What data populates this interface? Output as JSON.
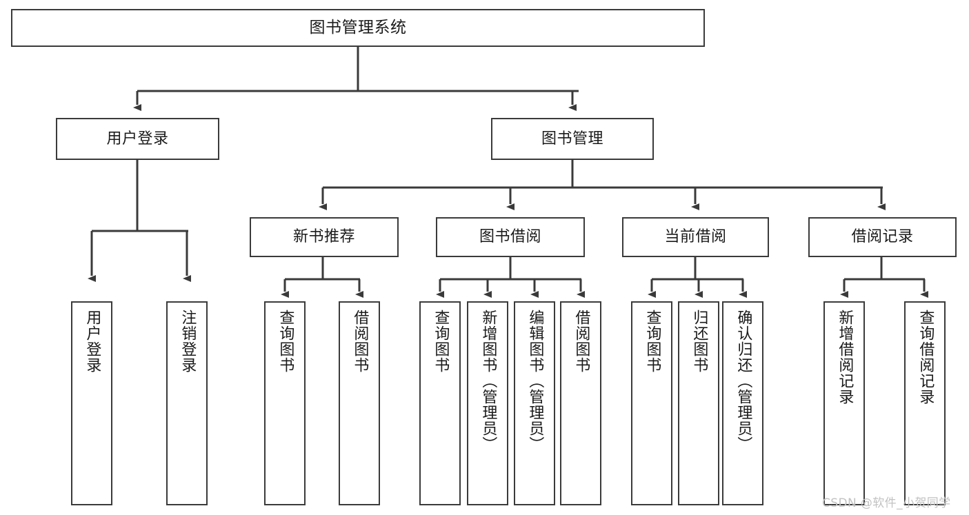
{
  "diagram": {
    "title": "图书管理系统",
    "stroke_color": "#3a3a3a",
    "background_color": "#ffffff",
    "text_color": "#1a1a1a"
  },
  "root": {
    "label": "图书管理系统"
  },
  "level2": [
    {
      "label": "用户登录"
    },
    {
      "label": "图书管理"
    }
  ],
  "level3": [
    {
      "label": "新书推荐"
    },
    {
      "label": "图书借阅"
    },
    {
      "label": "当前借阅"
    },
    {
      "label": "借阅记录"
    }
  ],
  "leaves": {
    "user_login": [
      {
        "label": "用户登录"
      },
      {
        "label": "注销登录"
      }
    ],
    "new_book": [
      {
        "label": "查询图书"
      },
      {
        "label": "借阅图书"
      }
    ],
    "book_borrow": [
      {
        "label": "查询图书"
      },
      {
        "label": "新增图书（管理员）"
      },
      {
        "label": "编辑图书（管理员）"
      },
      {
        "label": "借阅图书"
      }
    ],
    "current_borrow": [
      {
        "label": "查询图书"
      },
      {
        "label": "归还图书"
      },
      {
        "label": "确认归还（管理员）"
      }
    ],
    "borrow_record": [
      {
        "label": "新增借阅记录"
      },
      {
        "label": "查询借阅记录"
      }
    ]
  },
  "watermark": {
    "text": "CSDN @软件_小贺同学"
  }
}
